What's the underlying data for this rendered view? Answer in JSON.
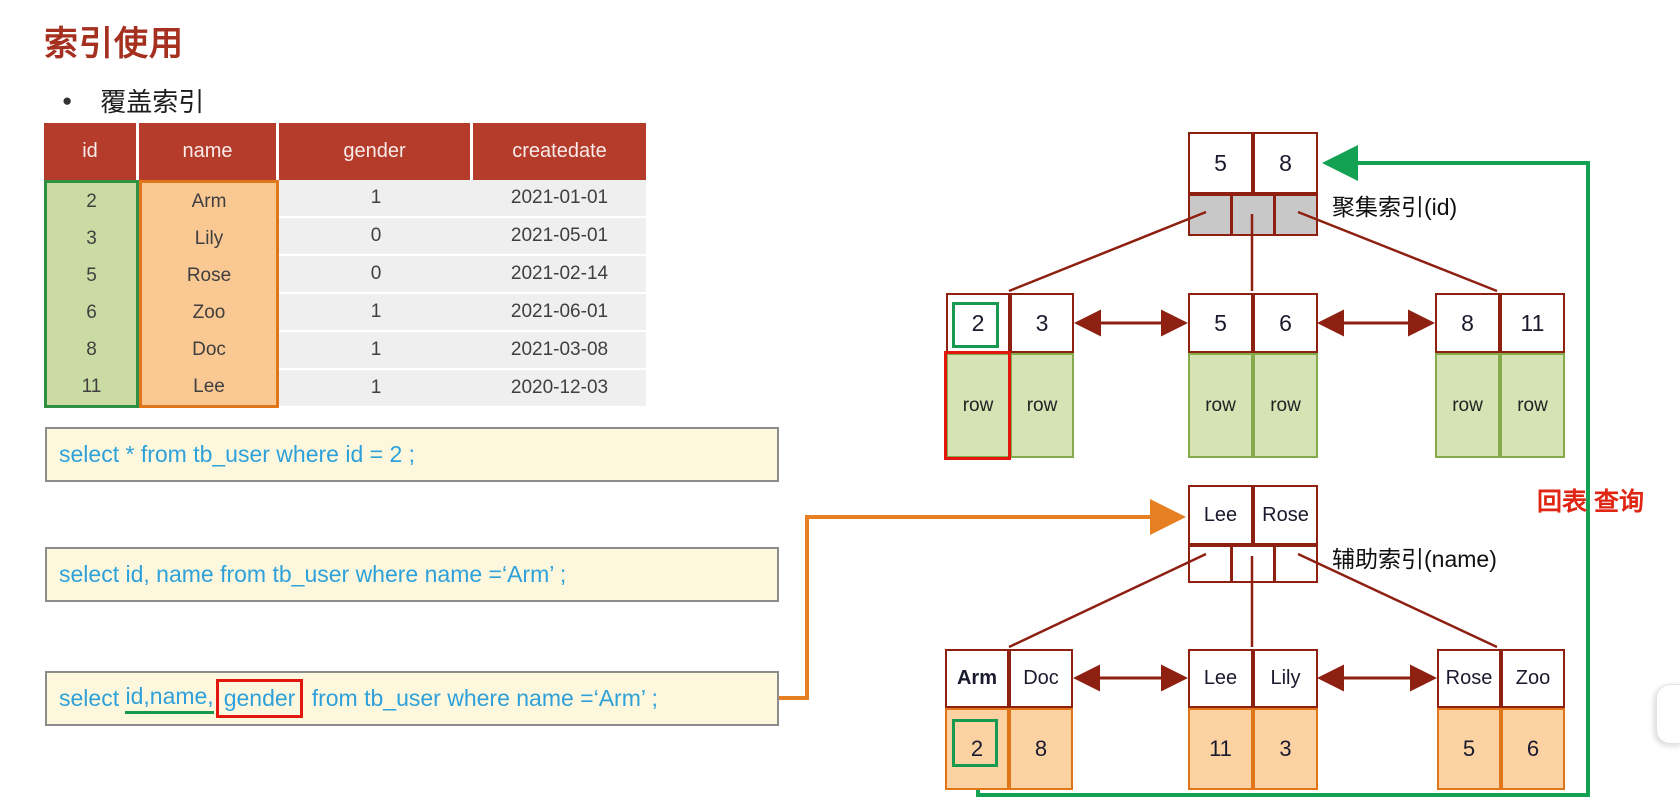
{
  "page": {
    "title": "索引使用",
    "bullet": "覆盖索引"
  },
  "table": {
    "headers": [
      "id",
      "name",
      "gender",
      "createdate"
    ],
    "rows": [
      [
        "2",
        "Arm",
        "1",
        "2021-01-01"
      ],
      [
        "3",
        "Lily",
        "0",
        "2021-05-01"
      ],
      [
        "5",
        "Rose",
        "0",
        "2021-02-14"
      ],
      [
        "6",
        "Zoo",
        "1",
        "2021-06-01"
      ],
      [
        "8",
        "Doc",
        "1",
        "2021-03-08"
      ],
      [
        "11",
        "Lee",
        "1",
        "2020-12-03"
      ]
    ]
  },
  "sql": {
    "query1": "select * from tb_user where id = 2 ;",
    "query2": "select id, name from tb_user where name =‘Arm’ ;",
    "query3": {
      "select": "select ",
      "underlined": "id,name,",
      "boxed": "gender",
      "rest": " from tb_user where name =‘Arm’ ;"
    }
  },
  "clustered_index": {
    "label": "聚集索引(id)",
    "root_keys": [
      "5",
      "8"
    ],
    "leaves": [
      {
        "keys": [
          "2",
          "3"
        ],
        "values": [
          "row",
          "row"
        ]
      },
      {
        "keys": [
          "5",
          "6"
        ],
        "values": [
          "row",
          "row"
        ]
      },
      {
        "keys": [
          "8",
          "11"
        ],
        "values": [
          "row",
          "row"
        ]
      }
    ]
  },
  "secondary_index": {
    "label": "辅助索引(name)",
    "root_keys": [
      "Lee",
      "Rose"
    ],
    "leaves": [
      {
        "keys": [
          "Arm",
          "Doc"
        ],
        "values": [
          "2",
          "8"
        ]
      },
      {
        "keys": [
          "Lee",
          "Lily"
        ],
        "values": [
          "11",
          "3"
        ]
      },
      {
        "keys": [
          "Rose",
          "Zoo"
        ],
        "values": [
          "5",
          "6"
        ]
      }
    ]
  },
  "annotations": {
    "back_to_table": "回表 查询"
  },
  "colors": {
    "title-red": "#a5301f",
    "header-red": "#b53b2a",
    "header-text": "#f7ece9",
    "id-col-bg": "#cbdba4",
    "id-col-border": "#2e9142",
    "name-col-bg": "#fac993",
    "name-col-border": "#e0751a",
    "gray-cell": "#f0eff0",
    "sql-bg": "#fdf8dd",
    "sql-border": "#8c8c8c",
    "sql-blue": "#2ea0da",
    "maroon": "#8e2012",
    "pointer-gray": "#c8c8c8",
    "row-green-bg": "#d5e3b5",
    "row-green-border": "#85aa4a",
    "orange-cell-bg": "#fcd2a2",
    "orange-cell-border": "#e0751a",
    "highlight-green": "#17994f",
    "highlight-red": "#e3170d",
    "green-path": "#13a153",
    "orange-path": "#e67e22",
    "back-red": "#e02513"
  }
}
